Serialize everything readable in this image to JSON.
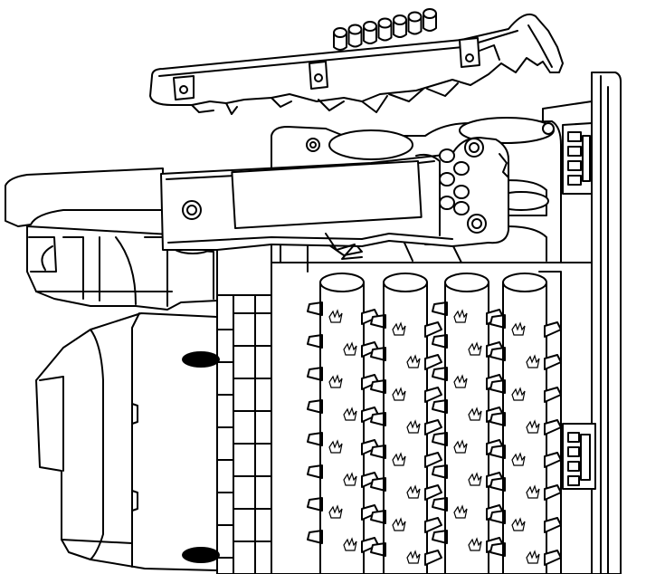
{
  "diagram": {
    "type": "technical-line-drawing",
    "colors": {
      "stroke": "#000000",
      "background": "#ffffff",
      "marker": "#000000"
    },
    "parts": {
      "top_bracket": {
        "finger_count": 7,
        "mount_holes": 3
      },
      "front_plate": {
        "button_count": 6
      },
      "rollers": {
        "count": 4
      },
      "side_markers": {
        "count": 2
      }
    }
  }
}
